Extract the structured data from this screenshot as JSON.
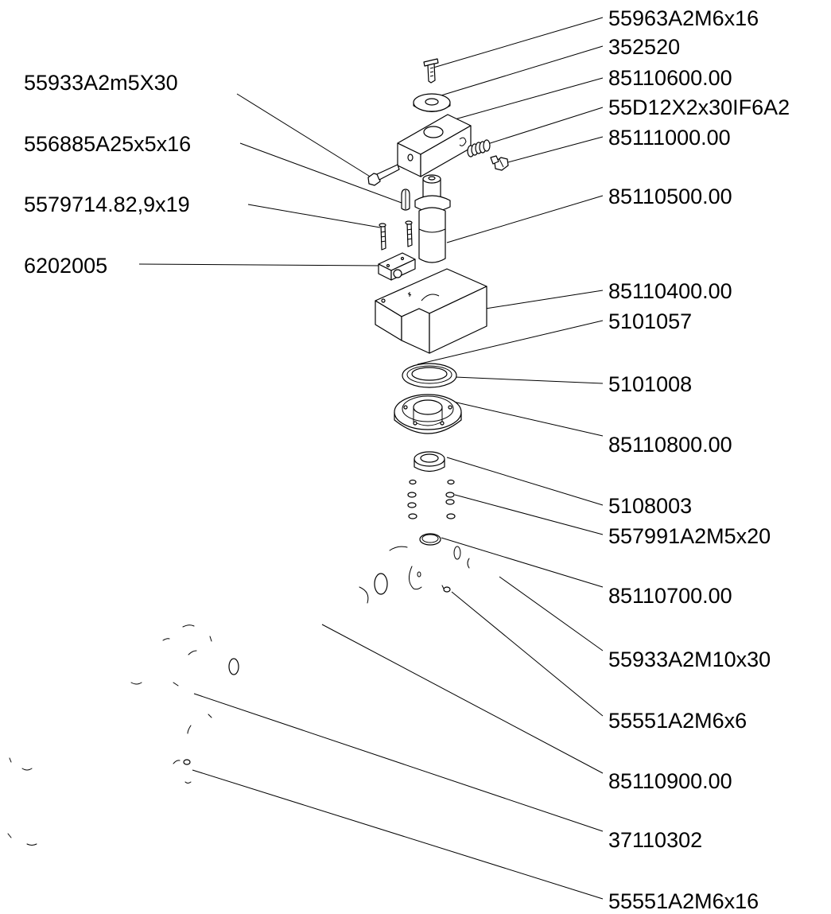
{
  "labels": {
    "p01": "55963A2M6x16",
    "p02": "352520",
    "p03": "85110600.00",
    "p04": "55D12X2x30IF6A2",
    "p05": "85111000.00",
    "p06": "85110500.00",
    "p07": "85110400.00",
    "p08": "5101057",
    "p09": "5101008",
    "p10": "85110800.00",
    "p11": "5108003",
    "p12": "557991A2M5x20",
    "p13": "85110700.00",
    "p14": "55933A2M10x30",
    "p15": "55551A2M6x6",
    "p16": "85110900.00",
    "p17": "37110302",
    "p18": "55551A2M6x16",
    "p19": "55933A2m5X30",
    "p20": "556885A25x5x16",
    "p21": "5579714.82,9x19",
    "p22": "6202005"
  }
}
